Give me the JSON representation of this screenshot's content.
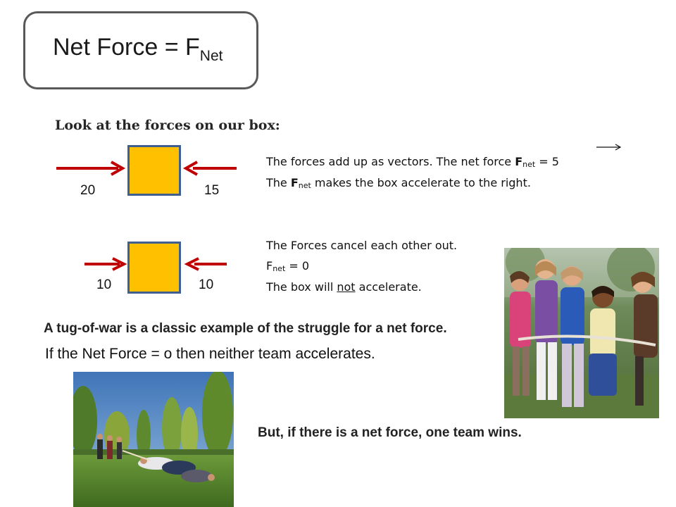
{
  "title": {
    "main": "Net Force  =  F",
    "subscript": "Net"
  },
  "heading": "Look at the forces on our box:",
  "diagram1": {
    "left_force": "20",
    "right_force": "15"
  },
  "explanation1": {
    "line1_prefix": "The forces add up as vectors.  The net force ",
    "line1_symbol": "F",
    "line1_sub": "net",
    "line1_suffix": " = 5",
    "line2_prefix": "The ",
    "line2_symbol": "F",
    "line2_sub": "net",
    "line2_suffix": " makes the box accelerate to the right."
  },
  "diagram2": {
    "left_force": "10",
    "right_force": "10"
  },
  "explanation2": {
    "line1": "The Forces cancel each other out.",
    "line2_symbol": "F",
    "line2_sub": "net",
    "line2_suffix": " = 0",
    "line3_prefix": "The box will ",
    "line3_underlined": "not",
    "line3_suffix": " accelerate."
  },
  "tug_heading": "A tug-of-war is a classic example of the struggle for a net force.",
  "zero_net_text": "If the Net Force = o then neither team accelerates.",
  "net_force_wins": "But, if there is a net force, one team wins.",
  "colors": {
    "arrow": "#c00000",
    "box_fill": "#ffc000",
    "box_border": "#3f5f8f",
    "title_border": "#595959"
  },
  "images": {
    "kids_photo": "children-tug-of-war-photo",
    "park_photo": "park-tug-of-war-photo"
  }
}
